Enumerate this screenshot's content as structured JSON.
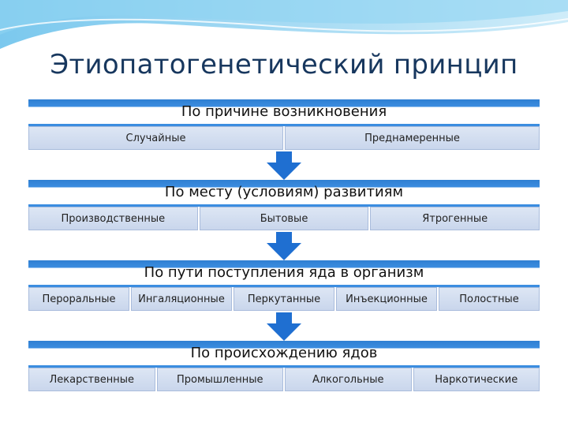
{
  "title": "Этиопатогенетический принцип",
  "colors": {
    "header": "#3b8de0",
    "title": "#17375e",
    "cell": "#c9d6ec",
    "arrow": "#1f6fd1"
  },
  "blocks": [
    {
      "header": "По причине возникновения",
      "items": [
        "Случайные",
        "Преднамеренные"
      ]
    },
    {
      "header": "По месту (условиям) развитиям",
      "items": [
        "Производственные",
        "Бытовые",
        "Ятрогенные"
      ]
    },
    {
      "header": "По пути поступления яда в организм",
      "items": [
        "Пероральные",
        "Ингаляционные",
        "Перкутанные",
        "Инъекционные",
        "Полостные"
      ]
    },
    {
      "header": "По происхождению ядов",
      "items": [
        "Лекарственные",
        "Промышленные",
        "Алкогольные",
        "Наркотические"
      ]
    }
  ]
}
